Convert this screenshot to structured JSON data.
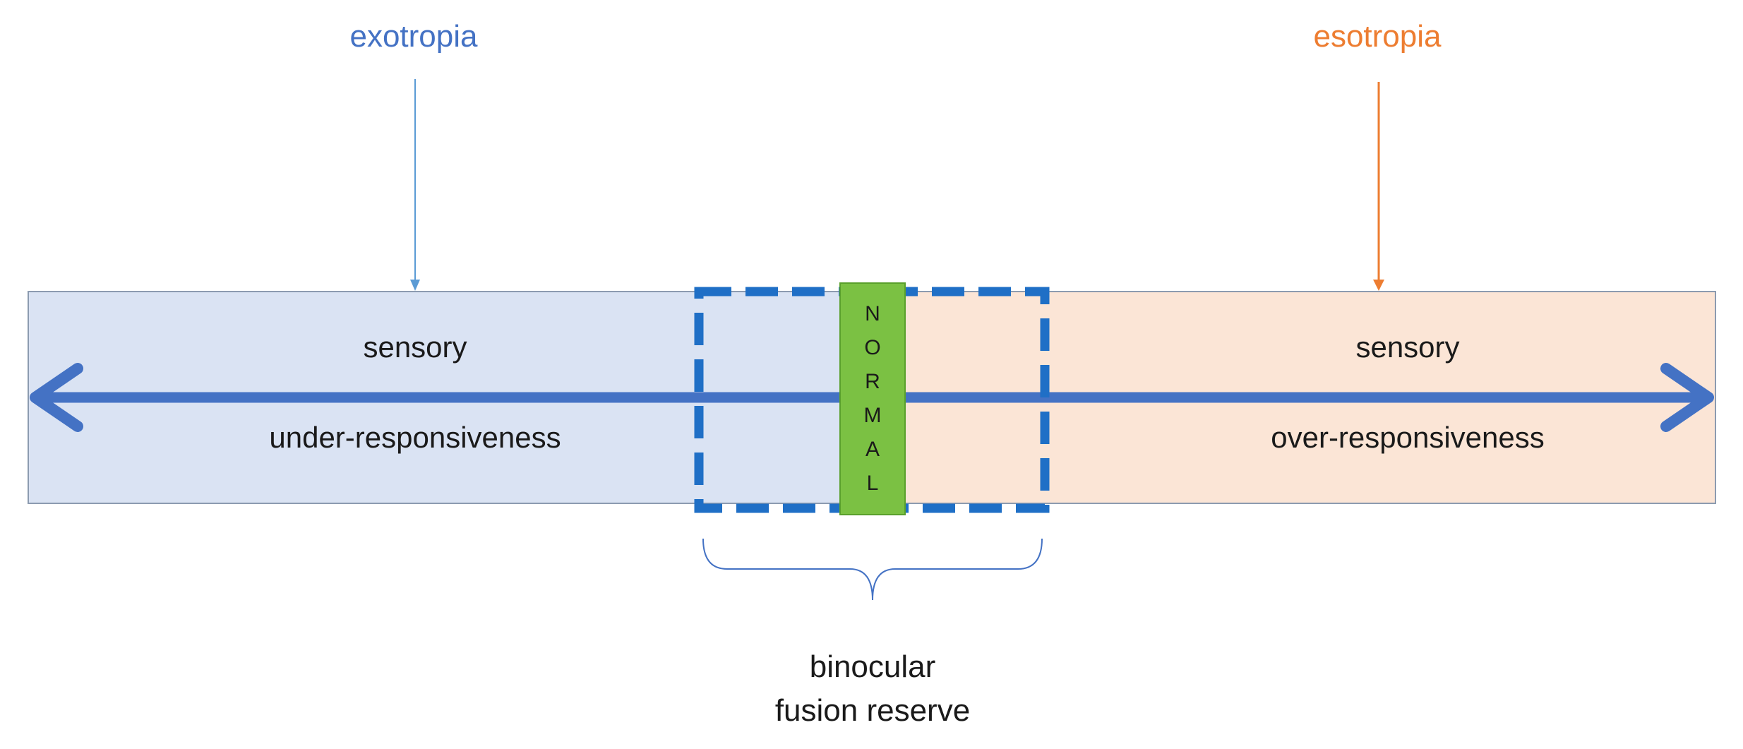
{
  "labels": {
    "exotropia": "exotropia",
    "esotropia": "esotropia",
    "left_line1": "sensory",
    "left_line2": "under-responsiveness",
    "right_line1": "sensory",
    "right_line2": "over-responsiveness",
    "normal_letters": [
      "N",
      "O",
      "R",
      "M",
      "A",
      "L"
    ],
    "reserve_line1": "binocular",
    "reserve_line2": "fusion reserve"
  },
  "colors": {
    "left_fill": "#dae3f3",
    "right_fill": "#fbe5d6",
    "band_border": "#8c9bb0",
    "arrow": "#4472c4",
    "exotropia": "#4472c4",
    "esotropia": "#ed7d31",
    "exotropia_pointer": "#5b9bd5",
    "esotropia_pointer": "#ed7d31",
    "dashed_box": "#1f6fc6",
    "normal_fill": "#7bc143",
    "normal_border": "#5aa02c",
    "brace": "#4472c4",
    "text": "#1a1a1a"
  }
}
